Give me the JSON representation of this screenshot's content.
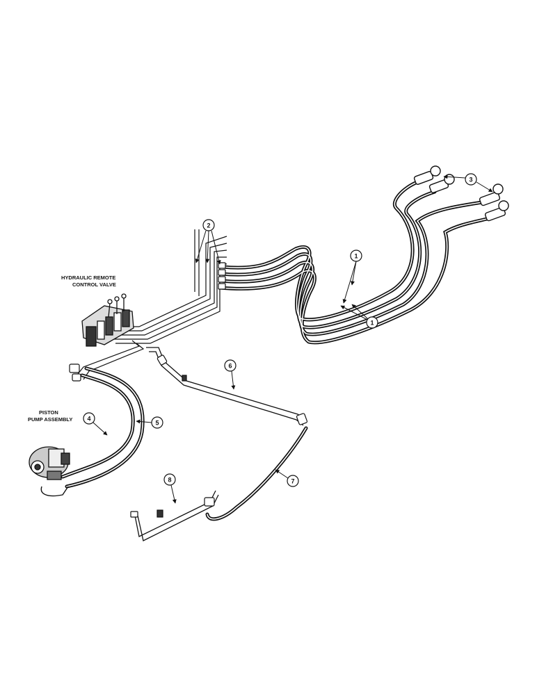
{
  "labels": {
    "valve_line1": "HYDRAULIC REMOTE",
    "valve_line2": "CONTROL VALVE",
    "pump_line1": "PISTON",
    "pump_line2": "PUMP ASSEMBLY"
  },
  "callouts": {
    "c1": "1",
    "c2": "2",
    "c3": "3",
    "c4": "4",
    "c5": "5",
    "c6": "6",
    "c7": "7",
    "c8": "8"
  },
  "colors": {
    "line": "#111111",
    "background": "#ffffff"
  }
}
